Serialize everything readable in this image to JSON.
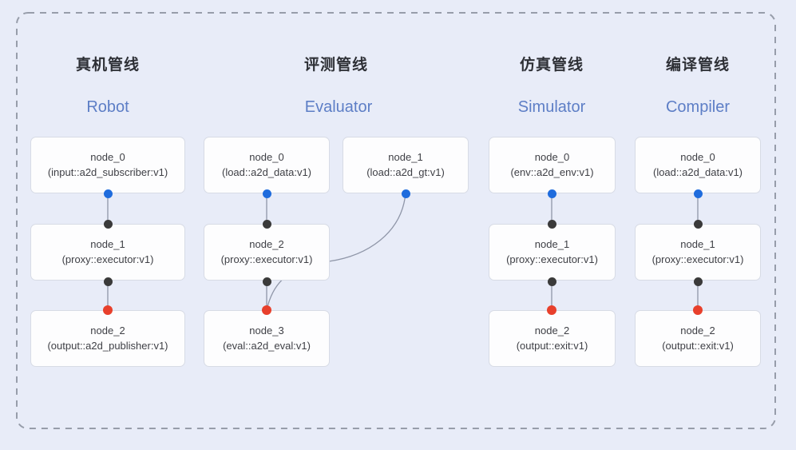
{
  "colors": {
    "bg": "#e8ecf8",
    "node-bg": "#fdfdfe",
    "node-border": "#d7dbe5",
    "heading": "#2e3036",
    "accent": "#5d7ec6",
    "node-text": "#3f4046",
    "edge": "#8f96a8",
    "frame": "#979daa",
    "dot-blue": "#1f6cdd",
    "dot-black": "#3a3a3a",
    "dot-red": "#e8402c"
  },
  "pipelines": [
    {
      "zh_title": "真机管线",
      "en_title": "Robot",
      "nodes": [
        {
          "name": "node_0",
          "type": "(input::a2d_subscriber:v1)"
        },
        {
          "name": "node_1",
          "type": "(proxy::executor:v1)"
        },
        {
          "name": "node_2",
          "type": "(output::a2d_publisher:v1)"
        }
      ]
    },
    {
      "zh_title": "评测管线",
      "en_title": "Evaluator",
      "nodes": [
        {
          "name": "node_0",
          "type": "(load::a2d_data:v1)"
        },
        {
          "name": "node_1",
          "type": "(load::a2d_gt:v1)"
        },
        {
          "name": "node_2",
          "type": "(proxy::executor:v1)"
        },
        {
          "name": "node_3",
          "type": "(eval::a2d_eval:v1)"
        }
      ]
    },
    {
      "zh_title": "仿真管线",
      "en_title": "Simulator",
      "nodes": [
        {
          "name": "node_0",
          "type": "(env::a2d_env:v1)"
        },
        {
          "name": "node_1",
          "type": "(proxy::executor:v1)"
        },
        {
          "name": "node_2",
          "type": "(output::exit:v1)"
        }
      ]
    },
    {
      "zh_title": "编译管线",
      "en_title": "Compiler",
      "nodes": [
        {
          "name": "node_0",
          "type": "(load::a2d_data:v1)"
        },
        {
          "name": "node_1",
          "type": "(proxy::executor:v1)"
        },
        {
          "name": "node_2",
          "type": "(output::exit:v1)"
        }
      ]
    }
  ]
}
